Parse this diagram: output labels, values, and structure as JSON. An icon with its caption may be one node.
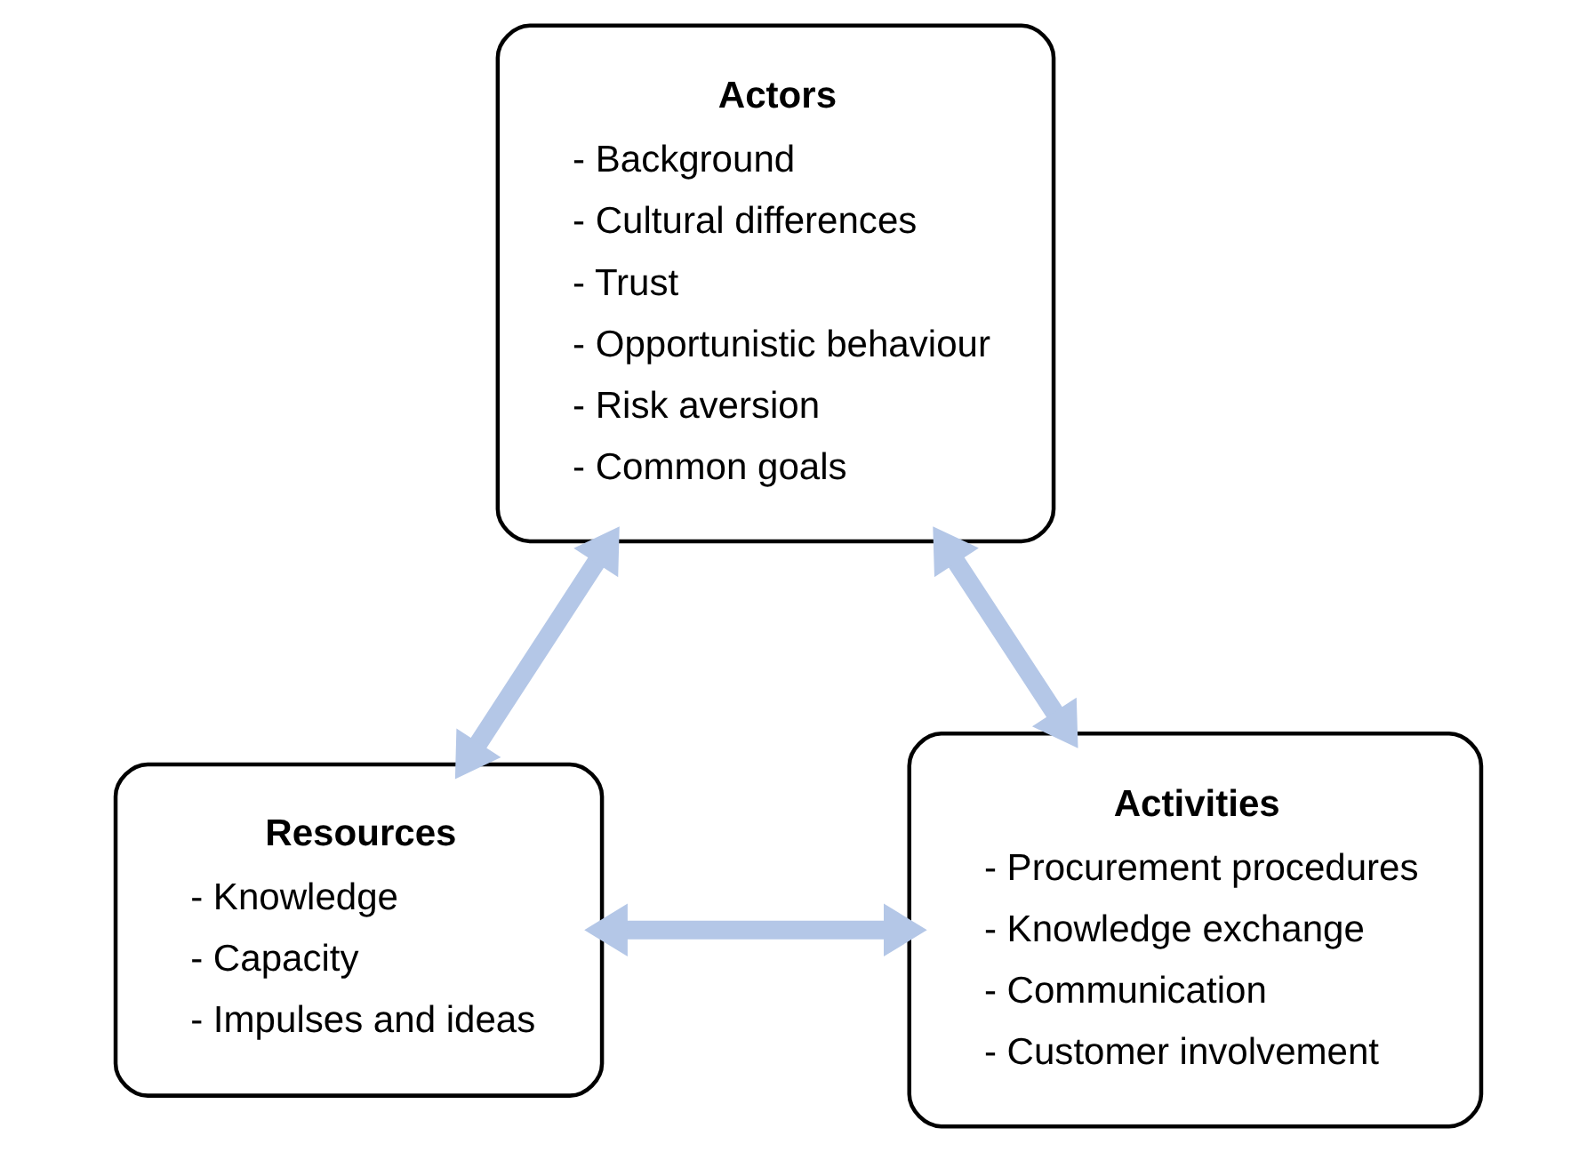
{
  "diagram": {
    "nodes": [
      {
        "text": [
          "Actors",
          "- Background",
          "- Cultural differences",
          "- Trust",
          "- Opportunistic behaviour",
          "- Risk aversion",
          "- Common goals"
        ]
      },
      {
        "text": [
          "Resources",
          "- Knowledge",
          "- Capacity",
          "- Impulses and ideas"
        ]
      },
      {
        "text": [
          "Activities",
          "- Procurement procedures",
          "- Knowledge exchange",
          "- Communication",
          "- Customer involvement"
        ]
      }
    ],
    "edges": [
      {
        "from": 0,
        "to": 1,
        "arrow": "both"
      },
      {
        "from": 0,
        "to": 2,
        "arrow": "both"
      },
      {
        "from": 1,
        "to": 2,
        "arrow": "both"
      }
    ]
  }
}
